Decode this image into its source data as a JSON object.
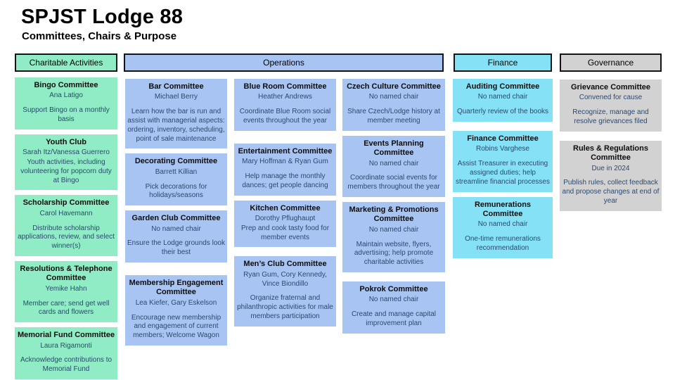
{
  "page": {
    "title": "SPJST Lodge 88",
    "subtitle": "Committees, Chairs & Purpose"
  },
  "colors": {
    "charitable_green": "#8fecc4",
    "operations_blue": "#a7c4f2",
    "finance_cyan": "#85e1f5",
    "governance_gray": "#d2d2d2",
    "body_text_navy": "#2b4a6f",
    "heading_black": "#000000"
  },
  "groups": [
    {
      "header": "Charitable Activities",
      "columns": [
        [
          {
            "name": "Bingo Committee",
            "chair": "Ana Latigo",
            "purpose": "Support Bingo on a monthly basis"
          },
          {
            "name": "Youth Club",
            "chair": "Sarah Itz/Vanessa Guerrero",
            "purpose": "Youth activities, including volunteering for popcorn duty at Bingo"
          },
          {
            "name": "Scholarship Committee",
            "chair": "Carol Havemann",
            "purpose": "Distribute scholarship applications, review, and select winner(s)"
          },
          {
            "name": "Resolutions & Telephone Committee",
            "chair": "Yemike Hahn",
            "purpose": "Member care; send get well cards and flowers"
          },
          {
            "name": "Memorial Fund Committee",
            "chair": "Laura Rigamonti",
            "purpose": "Acknowledge contributions to Memorial Fund"
          }
        ]
      ]
    },
    {
      "header": "Operations",
      "columns": [
        [
          {
            "name": "Bar Committee",
            "chair": "Michael Berry",
            "purpose": "Learn how the bar is run and assist with managerial aspects: ordering, inventory, scheduling, point of sale maintenance"
          },
          {
            "name": "Decorating Committee",
            "chair": "Barrett Killian",
            "purpose": "Pick decorations for holidays/seasons"
          },
          {
            "name": "Garden Club Committee",
            "chair": "No named chair",
            "purpose": "Ensure the Lodge grounds look their best"
          },
          {
            "name": "Membership Engagement Committee",
            "chair": "Lea Kiefer, Gary Eskelson",
            "purpose": "Encourage new membership and engagement of current members; Welcome Wagon"
          }
        ],
        [
          {
            "name": "Blue Room Committee",
            "chair": "Heather Andrews",
            "purpose": "Coordinate Blue Room social events throughout the year"
          },
          {
            "name": "Entertainment Committee",
            "chair": "Mary Hoffman & Ryan Gum",
            "purpose": "Help manage the monthly dances; get people dancing"
          },
          {
            "name": "Kitchen Committee",
            "chair": "Dorothy Pflughaupt",
            "purpose": "Prep and cook tasty food for member events"
          },
          {
            "name": "Men’s Club Committee",
            "chair": "Ryan Gum, Cory Kennedy, Vince Biondillo",
            "purpose": "Organize fraternal and philanthropic activities for male members participation"
          }
        ],
        [
          {
            "name": "Czech Culture Committee",
            "chair": "No named chair",
            "purpose": "Share Czech/Lodge history at member meeting"
          },
          {
            "name": "Events Planning Committee",
            "chair": "No named chair",
            "purpose": "Coordinate social events for members throughout the year"
          },
          {
            "name": "Marketing & Promotions Committee",
            "chair": "No named chair",
            "purpose": "Maintain website, flyers, advertising; help promote charitable activities"
          },
          {
            "name": "Pokrok Committee",
            "chair": "No named chair",
            "purpose": "Create and manage capital improvement plan"
          }
        ]
      ]
    },
    {
      "header": "Finance",
      "columns": [
        [
          {
            "name": "Auditing Committee",
            "chair": "No named chair",
            "purpose": "Quarterly review of the books"
          },
          {
            "name": "Finance Committee",
            "chair": "Robins Varghese",
            "purpose": "Assist Treasurer in executing assigned duties; help streamline financial processes"
          },
          {
            "name": "Remunerations Committee",
            "chair": "No named chair",
            "purpose": "One-time remunerations recommendation"
          }
        ]
      ]
    },
    {
      "header": "Governance",
      "columns": [
        [
          {
            "name": "Grievance Committee",
            "chair": "Convened for cause",
            "purpose": "Recognize, manage and resolve grievances filed"
          },
          {
            "name": "Rules & Regulations Committee",
            "chair": "Due in 2024",
            "purpose": "Publish rules, collect feedback and propose changes at end of year"
          }
        ]
      ]
    }
  ]
}
